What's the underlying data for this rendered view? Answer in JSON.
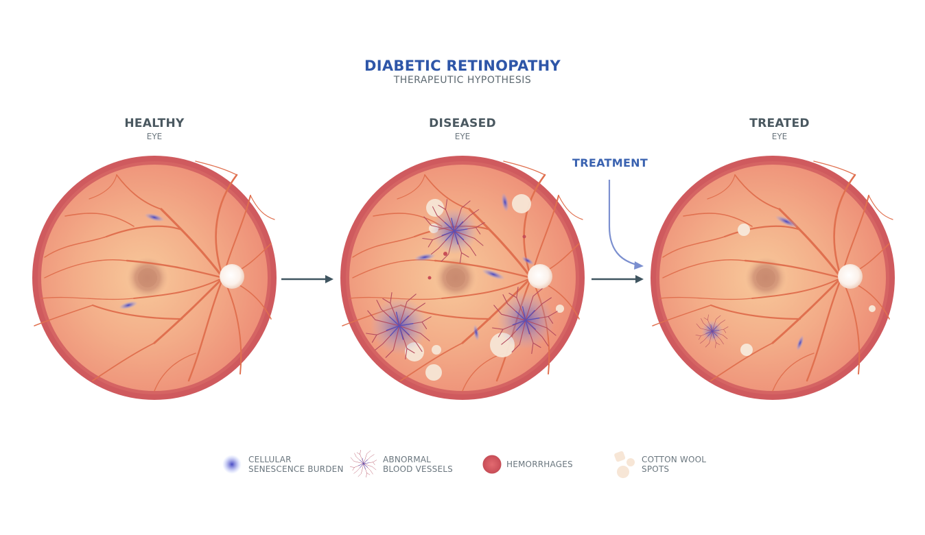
{
  "title": "DIABETIC RETINOPATHY",
  "subtitle": "THERAPEUTIC HYPOTHESIS",
  "eyes": [
    {
      "title": "HEALTHY",
      "sub": "EYE"
    },
    {
      "title": "DISEASED",
      "sub": "EYE"
    },
    {
      "title": "TREATED",
      "sub": "EYE"
    }
  ],
  "treatment_label": "TREATMENT",
  "legend": [
    {
      "line1": "CELLULAR",
      "line2": "SENESCENCE BURDEN",
      "icon": "senescence-icon"
    },
    {
      "line1": "ABNORMAL",
      "line2": "BLOOD VESSELS",
      "icon": "abnormal-vessels-icon"
    },
    {
      "line1": "HEMORRHAGES",
      "line2": "",
      "icon": "hemorrhage-icon"
    },
    {
      "line1": "COTTON WOOL",
      "line2": "SPOTS",
      "icon": "cotton-wool-icon"
    }
  ],
  "colors": {
    "title": "#2e56a8",
    "retina_rim": "#cf5a5e",
    "retina_fill": "#f2a383",
    "vessel": "#e0704f",
    "senescence": "#4a4fc4",
    "arrow": "#3f5560",
    "treatment_arrow": "#7b8fcf",
    "cotton": "#f7e6d6"
  }
}
